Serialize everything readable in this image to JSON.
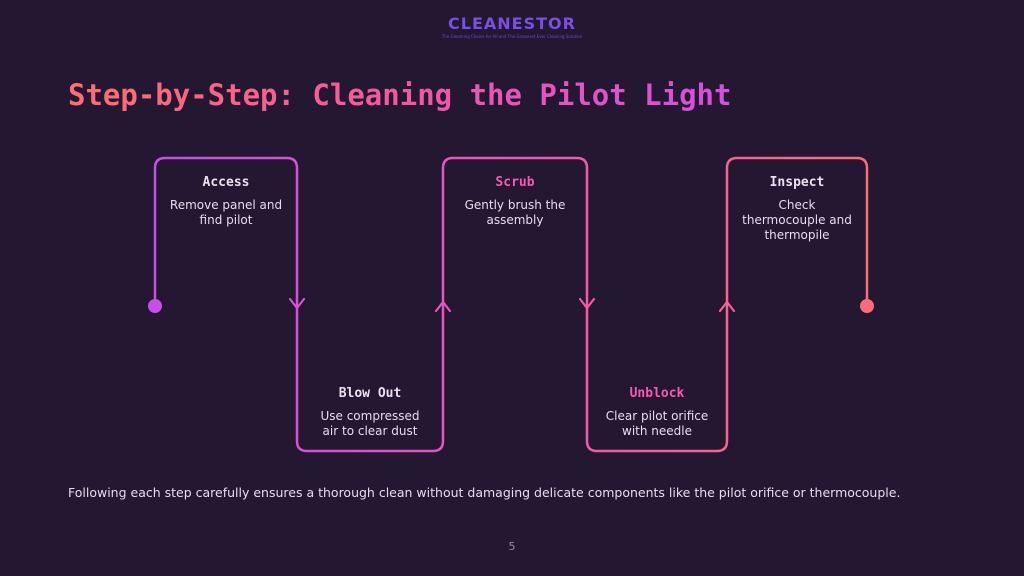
{
  "logo": {
    "text": "CLEANESTOR",
    "tagline": "The Gleaming Choice for All and The Grooviest Ever Cleaning Solution"
  },
  "title": "Step-by-Step: Cleaning the Pilot Light",
  "steps": [
    {
      "title": "Access",
      "desc": [
        "Remove panel and",
        "find pilot"
      ]
    },
    {
      "title": "Blow Out",
      "desc": [
        "Use compressed",
        "air to clear dust"
      ]
    },
    {
      "title": "Scrub",
      "desc": [
        "Gently brush the",
        "assembly"
      ]
    },
    {
      "title": "Unblock",
      "desc": [
        "Clear pilot orifice",
        "with needle"
      ]
    },
    {
      "title": "Inspect",
      "desc": [
        "Check",
        "thermocouple and",
        "thermopile"
      ]
    }
  ],
  "footer": "Following each step carefully ensures a thorough clean without damaging delicate components like the pilot orifice or thermocouple.",
  "page_number": "5",
  "colors": {
    "background": "#231731",
    "magenta": "#c84ee8",
    "pink": "#f458a0",
    "coral": "#ff6a78",
    "text": "#e6dcef",
    "step_title_light": "#e9e1f0",
    "step_title_accent": "#f75ab0"
  }
}
